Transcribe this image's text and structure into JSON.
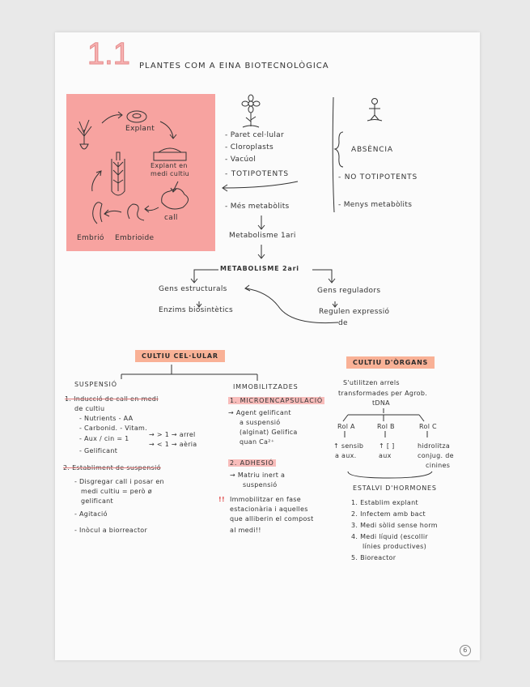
{
  "header": {
    "number": "1.1",
    "title": "PLANTES COM A EINA BIOTECNOLÒGICA"
  },
  "cycle": {
    "explant": "Explant",
    "explant_medi_1": "Explant en",
    "explant_medi_2": "medi cultiu",
    "call": "call",
    "embrio": "Embrió",
    "embrioide": "Embrioide"
  },
  "plant": {
    "items": [
      "- Paret cel·lular",
      "- Cloroplasts",
      "- Vacúol",
      "- TOTIPOTENTS",
      "- Més metabòlits"
    ],
    "metabolisme1": "Metabolisme 1ari"
  },
  "animal": {
    "absencia": "ABSÈNCIA",
    "no_totipotents": "- NO TOTIPOTENTS",
    "menys_metabolits": "- Menys metabòlits"
  },
  "metabolisme2": {
    "title": "METABOLISME 2ari",
    "gens_estructurals": "Gens estructurals",
    "enzims": "Enzims biosintètics",
    "gens_reguladors": "Gens reguladors",
    "regulen_1": "Regulen expressió",
    "regulen_2": "de"
  },
  "cultiu_cellular": {
    "title": "CULTIU CEL·LULAR",
    "suspensio": {
      "title": "SUSPENSIÓ",
      "step1_a": "1. Inducció de call en medi",
      "step1_b": "de cultiu",
      "nutrients": "- Nutrients  - AA",
      "carbonid": "- Carbonid.  - Vitam.",
      "aux": "- Aux / cin = 1",
      "aux_gt": "→ > 1 → arrel",
      "aux_lt": "→ < 1 → aèria",
      "gelificant": "- Gelificant",
      "step2": "2. Establiment de suspensió",
      "disgregar_1": "- Disgregar call i posar en",
      "disgregar_2": "medi cultiu = però ø",
      "disgregar_3": "gelificant",
      "agitacio": "- Agitació",
      "inocul": "- Inòcul a biorreactor"
    },
    "immobilitzades": {
      "title": "IMMOBILITZADES",
      "micro": "1. MICROENCAPSULACIÓ",
      "agent_1": "→ Agent gelificant",
      "agent_2": "a suspensió",
      "agent_3": "(alginat) Gelifica",
      "agent_4": "quan Ca²⁺",
      "adhesio": "2. ADHESIÓ",
      "matriu_1": "→ Matriu inert a",
      "matriu_2": "suspensió",
      "excl": "!!",
      "warn_1": "Immobilitzar en fase",
      "warn_2": "estacionària i aquelles",
      "warn_3": "que alliberin el compost",
      "warn_4": "al medi!!"
    }
  },
  "cultiu_organs": {
    "title": "CULTIU D'ÒRGANS",
    "utilitzen_1": "S'utilitzen arrels",
    "utilitzen_2": "transformades per Agrob.",
    "tdna": "tDNA",
    "rol_a": "Rol A",
    "rol_b": "Rol B",
    "rol_c": "Rol C",
    "a_1": "↑ sensib",
    "a_2": "a aux.",
    "b_1": "↑ [ ]",
    "b_2": "aux",
    "c_1": "hidrolitza",
    "c_2": "conjug. de",
    "c_3": "cinines",
    "estalvi": "ESTALVI D'HORMONES",
    "steps": [
      "1. Establim explant",
      "2. Infectem amb bact",
      "3. Medi sòlid sense horm",
      "4. Medi líquid (escollir",
      "línies productives)",
      "5. Bioreactor"
    ]
  },
  "page_number": "6"
}
